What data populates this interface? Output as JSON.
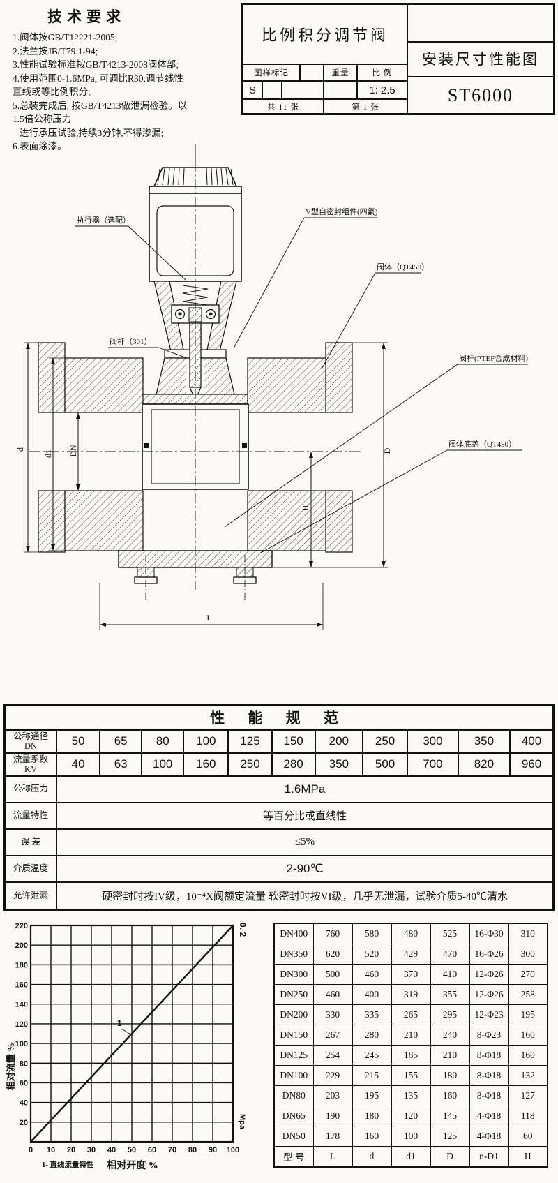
{
  "page": {
    "bg": "#fbfaf7",
    "ink": "#111111"
  },
  "tech_requirements": {
    "title": "技术要求",
    "lines": [
      "1.阀体按GB/T12221-2005;",
      "2.法兰按JB/T79.1-94;",
      "3.性能试验标准按GB/T4213-2008阀体部;",
      "4.使用范围0-1.6MPa, 可调比R30,调节线性",
      "直线或等比例积分;",
      "5.总装完成后, 按GB/T4213做泄漏检验。以",
      "1.5倍公称压力",
      "   进行承压试验,持续3分钟,不得渗漏;",
      "6.表面涂漆。"
    ]
  },
  "title_block": {
    "product_name": "比例积分调节阀",
    "drawing_title": "安装尺寸性能图",
    "model": "ST6000",
    "mark_label": "图样标记",
    "weight_label": "重量",
    "scale_label": "比 例",
    "mark_value": "S",
    "scale_value": "1: 2.5",
    "sheets_total": "共 11 张",
    "sheet_number": "第 1 张"
  },
  "drawing": {
    "callouts": {
      "actuator": "执行器（选配）",
      "v_seal": "V型自密封组件(四氟)",
      "body": "阀体（QT450）",
      "stem": "阀杆（301）",
      "disc": "阀杆(PTEF合成材料)",
      "bottom_cover": "阀体底盖（QT450）"
    },
    "dims": {
      "d": "d",
      "d1": "d1",
      "dn": "DN",
      "D": "D",
      "H": "H",
      "L": "L"
    }
  },
  "spec_table": {
    "title": "性 能 规 范",
    "dn_label_1": "公称通径",
    "dn_label_2": "DN",
    "dn_values": [
      "50",
      "65",
      "80",
      "100",
      "125",
      "150",
      "200",
      "250",
      "300",
      "350",
      "400"
    ],
    "kv_label_1": "流量系数",
    "kv_label_2": "KV",
    "kv_values": [
      "40",
      "63",
      "100",
      "160",
      "250",
      "280",
      "350",
      "500",
      "700",
      "820",
      "960"
    ],
    "rows": [
      {
        "label": "公称压力",
        "value": "1.6MPa",
        "num": true
      },
      {
        "label": "流量特性",
        "value": "等百分比或直线性",
        "num": false
      },
      {
        "label": "误 差",
        "value": "≤5%",
        "num": false
      },
      {
        "label": "介质温度",
        "value": "2-90℃",
        "num": true
      },
      {
        "label": "允许泄漏",
        "value": "硬密封时按IV级，10⁻⁴X阀额定流量 软密封时按VI级，几乎无泄漏，试验介质5-40℃清水",
        "num": false
      }
    ]
  },
  "chart_data": {
    "type": "line",
    "xlabel": "相对开度 %",
    "ylabel": "相对流量 %",
    "xlim": [
      0,
      100
    ],
    "ylim": [
      0,
      220
    ],
    "x_ticks": [
      0,
      10,
      20,
      30,
      40,
      50,
      60,
      70,
      80,
      90,
      100
    ],
    "y_ticks": [
      20,
      40,
      60,
      80,
      100,
      120,
      140,
      160,
      180,
      200,
      220
    ],
    "grid": true,
    "series": [
      {
        "name": "1",
        "x": [
          0,
          100
        ],
        "y": [
          0,
          220
        ]
      }
    ],
    "line_label": "1",
    "note": "1- 直线流量特性",
    "right_top_label": "0. 2",
    "right_bottom_label": "Mpa"
  },
  "dims_table": {
    "rows": [
      [
        "DN400",
        "760",
        "580",
        "480",
        "525",
        "16-Φ30",
        "310"
      ],
      [
        "DN350",
        "620",
        "520",
        "429",
        "470",
        "16-Φ26",
        "300"
      ],
      [
        "DN300",
        "500",
        "460",
        "370",
        "410",
        "12-Φ26",
        "270"
      ],
      [
        "DN250",
        "460",
        "400",
        "319",
        "355",
        "12-Φ26",
        "258"
      ],
      [
        "DN200",
        "330",
        "335",
        "265",
        "295",
        "12-Φ23",
        "195"
      ],
      [
        "DN150",
        "267",
        "280",
        "210",
        "240",
        "8-Φ23",
        "160"
      ],
      [
        "DN125",
        "254",
        "245",
        "185",
        "210",
        "8-Φ18",
        "160"
      ],
      [
        "DN100",
        "229",
        "215",
        "155",
        "180",
        "8-Φ18",
        "132"
      ],
      [
        "DN80",
        "203",
        "195",
        "135",
        "160",
        "8-Φ18",
        "127"
      ],
      [
        "DN65",
        "190",
        "180",
        "120",
        "145",
        "4-Φ18",
        "118"
      ],
      [
        "DN50",
        "178",
        "160",
        "100",
        "125",
        "4-Φ18",
        "60"
      ]
    ],
    "footer": [
      "型 号",
      "L",
      "d",
      "d1",
      "D",
      "n-D1",
      "H"
    ]
  }
}
